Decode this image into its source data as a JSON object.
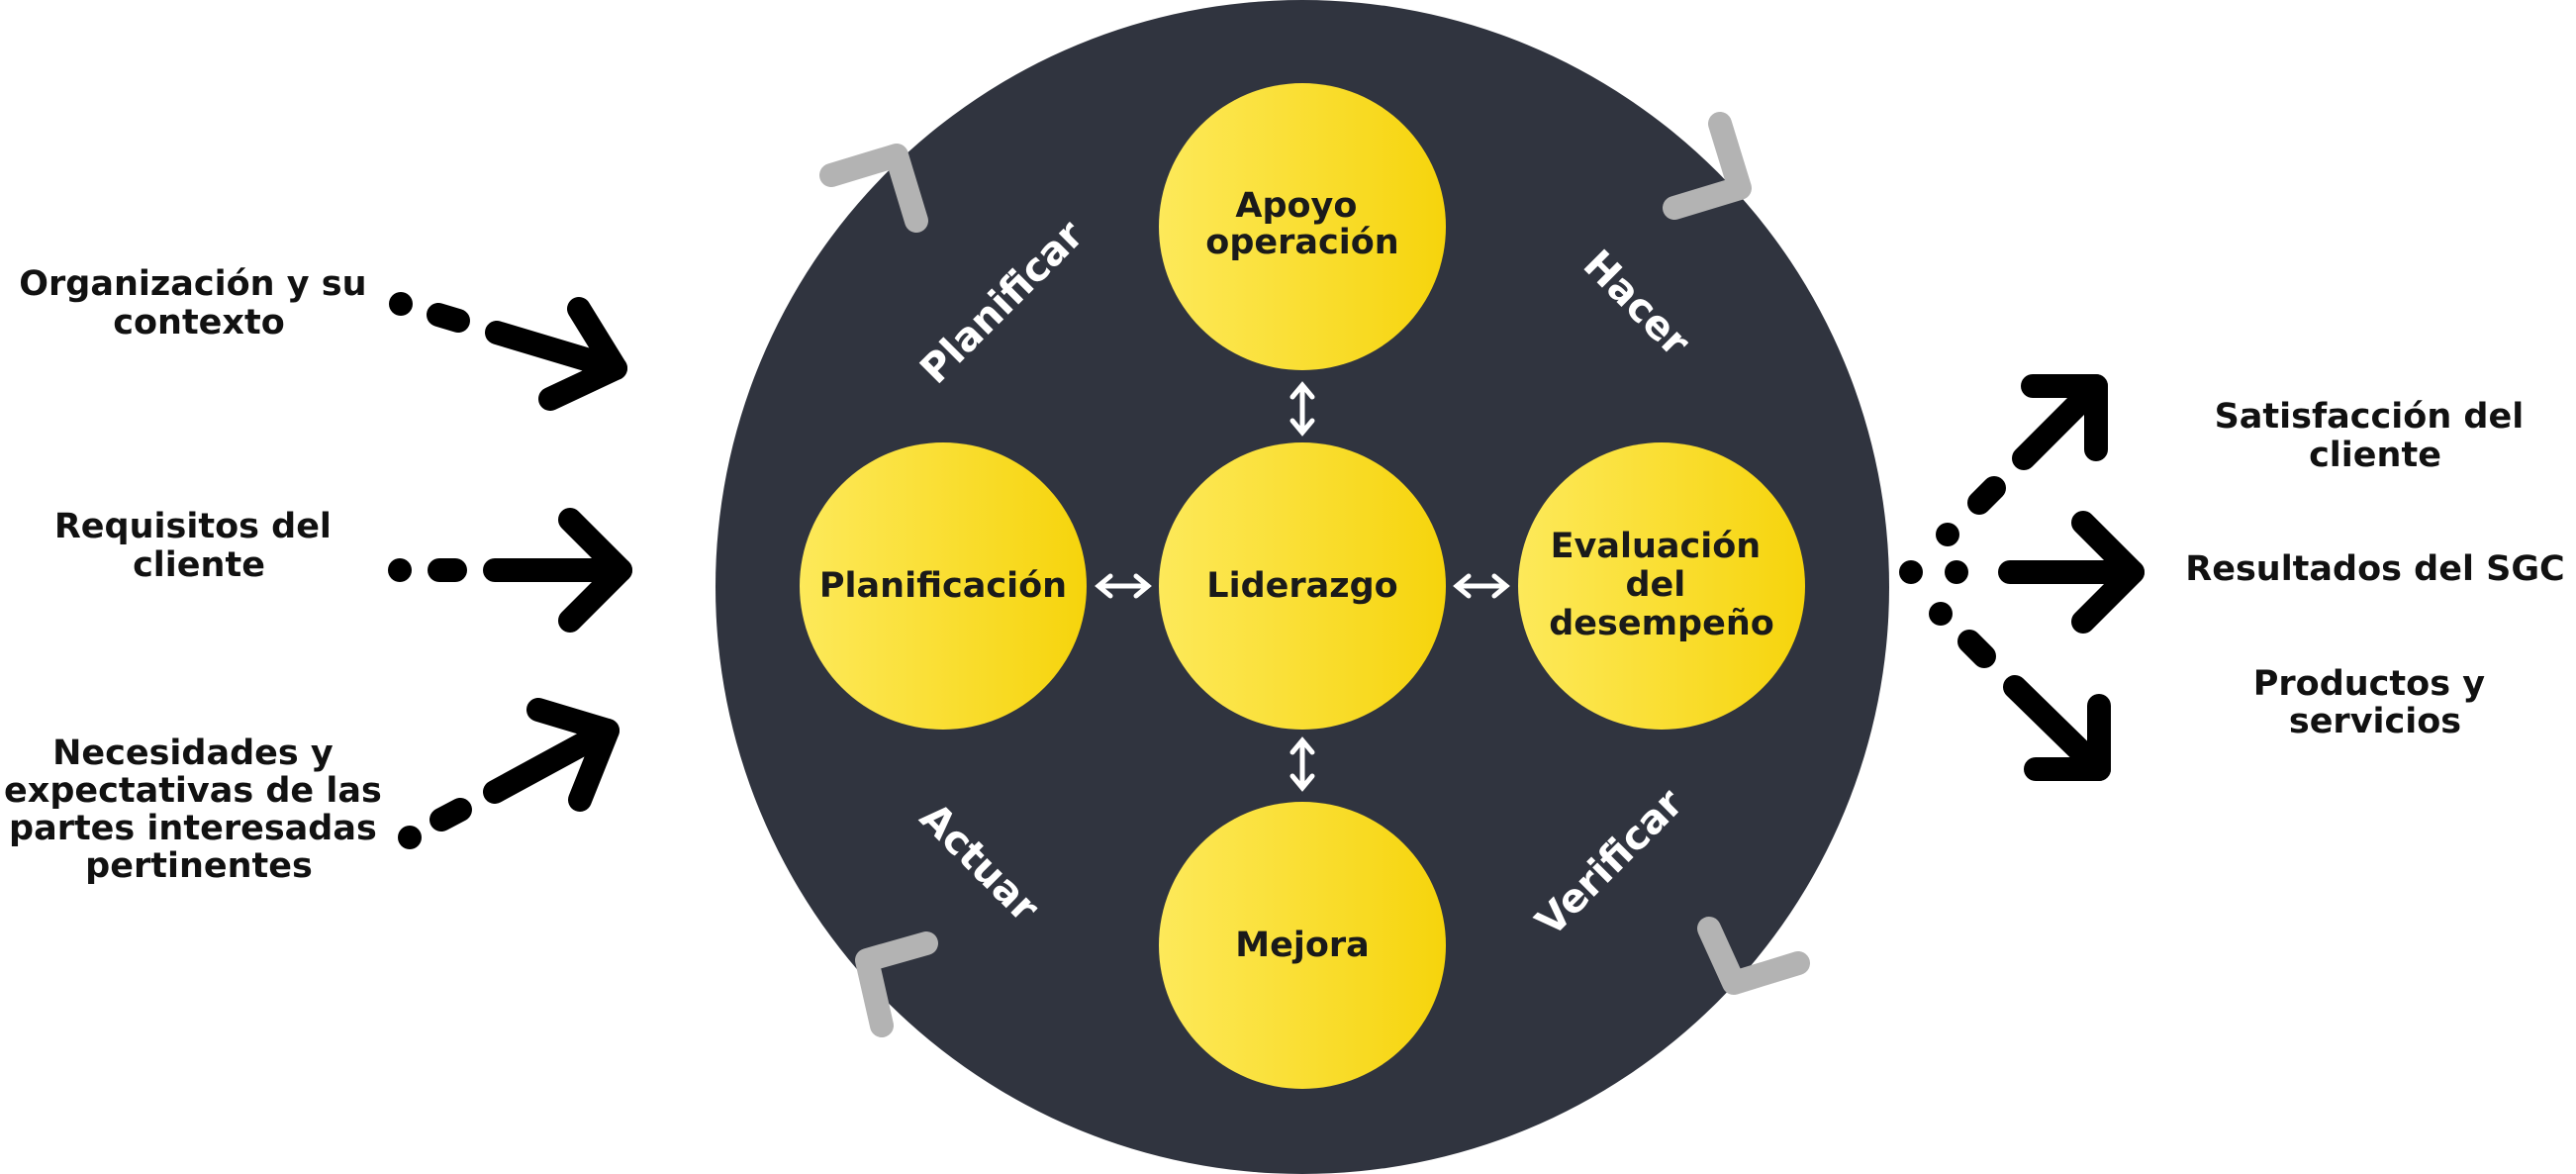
{
  "colors": {
    "dark_circle": "#30343f",
    "bubble_light": "#fde95a",
    "bubble_dark": "#f6d40c",
    "arrow_black": "#000000",
    "cycle_marker": "#b3b3b3",
    "inner_arrow": "#ffffff"
  },
  "inputs": [
    {
      "lines": [
        "Organización y su",
        "contexto"
      ]
    },
    {
      "lines": [
        "Requisitos del",
        "cliente"
      ]
    },
    {
      "lines": [
        "Necesidades y",
        "expectativas de las",
        "partes interesadas",
        "pertinentes"
      ]
    }
  ],
  "outputs": [
    {
      "lines": [
        "Satisfacción del",
        "cliente"
      ]
    },
    {
      "lines": [
        "Resultados del SGC"
      ]
    },
    {
      "lines": [
        "Productos y",
        "servicios"
      ]
    }
  ],
  "phases": {
    "plan": "Planificar",
    "do": "Hacer",
    "check": "Verificar",
    "act": "Actuar"
  },
  "bubbles": {
    "top": [
      "Apoyo",
      "operación"
    ],
    "left": [
      "Planificación"
    ],
    "center": [
      "Liderazgo"
    ],
    "right": [
      "Evaluación",
      "del",
      "desempeño"
    ],
    "bottom": [
      "Mejora"
    ]
  }
}
